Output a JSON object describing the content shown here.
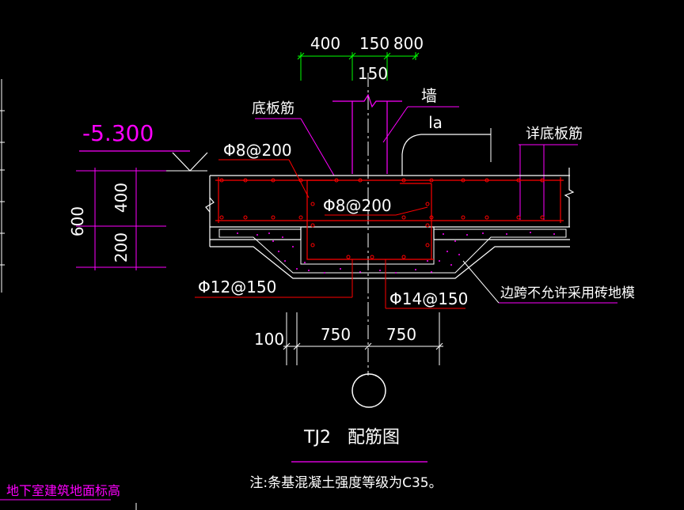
{
  "colors": {
    "background": "#000000",
    "dimension": "#ff00ff",
    "concrete": "#ffffff",
    "rebar": "#ff0000",
    "leader": "#ff00ff",
    "ext": "#ffffff",
    "green": "#00ff00",
    "cyan": "#00ffff",
    "fill": "#ff00ff"
  },
  "labels": {
    "elevation": "-5.300",
    "dim_top_400": "400",
    "dim_top_150a": "150",
    "dim_top_800": "800",
    "dim_top_150b": "150",
    "wall": "墙",
    "la": "la",
    "bottom_slab_rebar": "底板筋",
    "detail_slab_rebar": "详底板筋",
    "rebar_top": "Φ8@200",
    "rebar_mid": "Φ8@200",
    "rebar_12": "Φ12@150",
    "rebar_14": "Φ14@150",
    "edge_note": "边跨不允许采用砖地模",
    "dim_600": "600",
    "dim_400": "400",
    "dim_200": "200",
    "dim_100": "100",
    "dim_750a": "750",
    "dim_750b": "750",
    "title_code": "TJ2",
    "title_name": "配筋图",
    "note": "注:条基混凝土强度等级为C35。",
    "corner_label": "地下室建筑地面标高"
  }
}
